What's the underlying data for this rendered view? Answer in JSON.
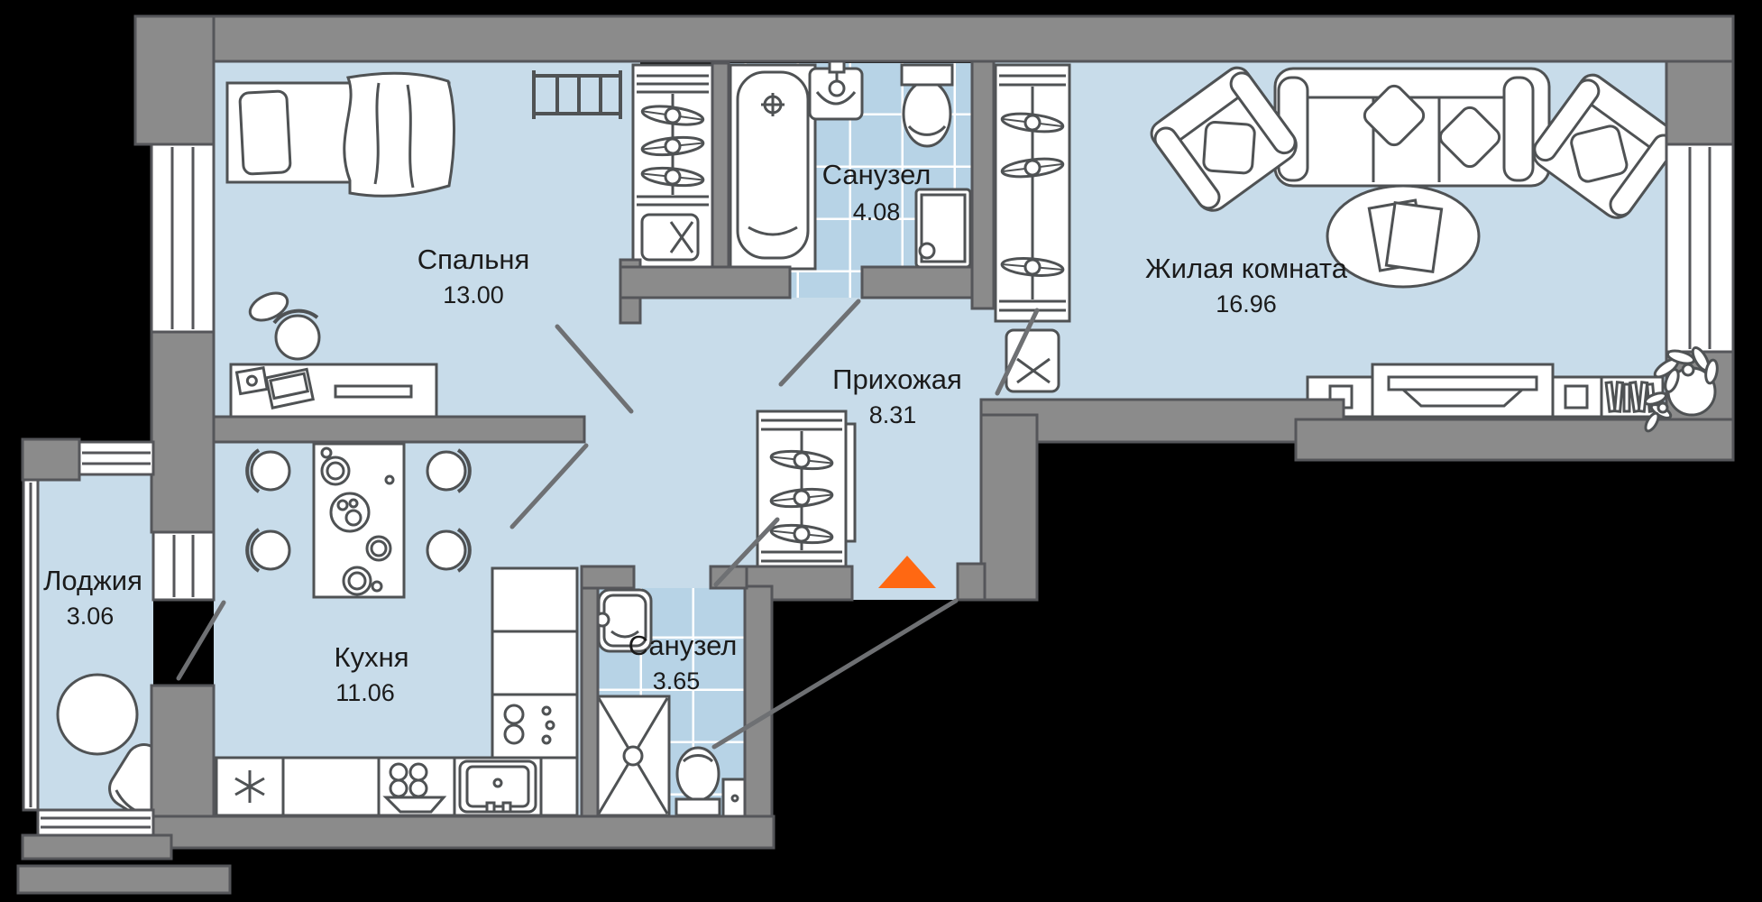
{
  "rooms": [
    {
      "key": "bedroom",
      "name": "Спальня",
      "area": "13.00"
    },
    {
      "key": "bathroom_main",
      "name": "Санузел",
      "area": "4.08"
    },
    {
      "key": "living_room",
      "name": "Жилая комната",
      "area": "16.96"
    },
    {
      "key": "hallway",
      "name": "Прихожая",
      "area": "8.31"
    },
    {
      "key": "loggia",
      "name": "Лоджия",
      "area": "3.06"
    },
    {
      "key": "kitchen",
      "name": "Кухня",
      "area": "11.06"
    },
    {
      "key": "bathroom_second",
      "name": "Санузел",
      "area": "3.65"
    }
  ],
  "colors": {
    "background": "#000000",
    "walls": "#8b8b8b",
    "floor": "#c8dcea",
    "bathroom_tiles": "#b7d3e6",
    "entrance_marker": "#ff6812"
  }
}
